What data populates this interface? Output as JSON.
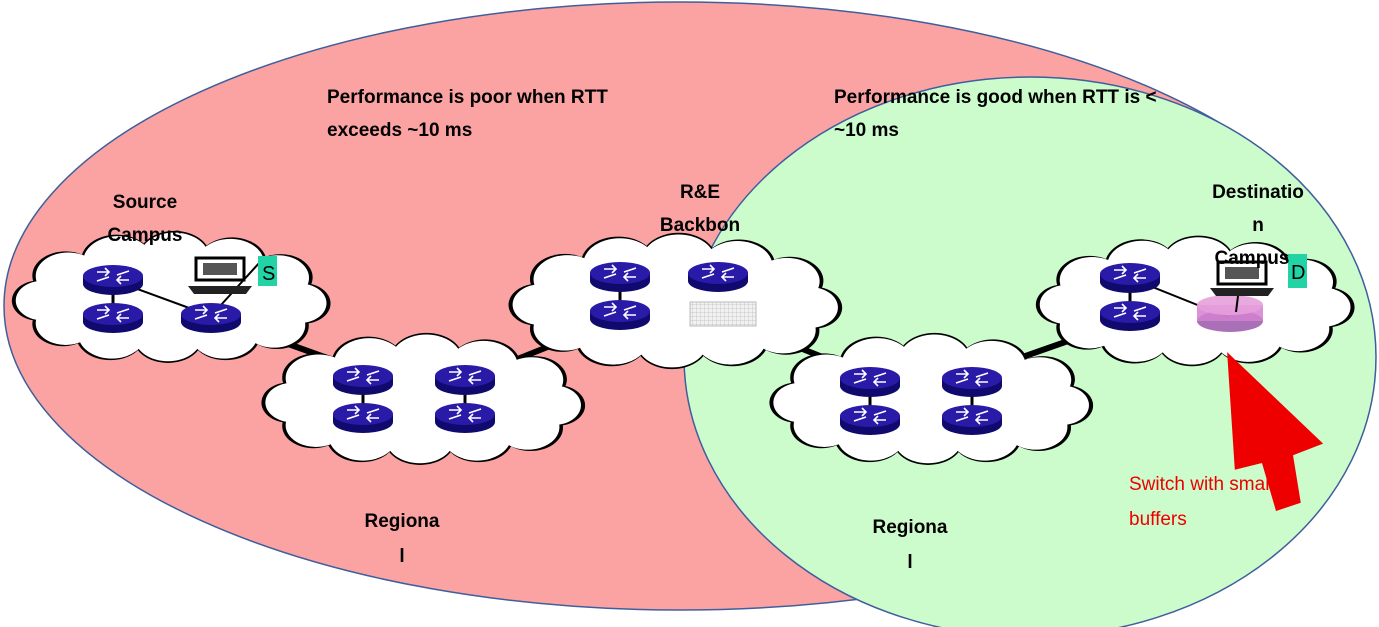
{
  "colors": {
    "poor_zone": "#fba3a3",
    "good_zone": "#ccfccc",
    "router": "#1c0f96",
    "host_tag": "#22d3a6",
    "annotation": "#ee0000"
  },
  "zones": {
    "poor": {
      "line1": "Performance is poor when RTT",
      "line2": "exceeds ~10 ms"
    },
    "good": {
      "line1": "Performance is good when RTT is <",
      "line2": "~10 ms"
    }
  },
  "networks": {
    "source_campus": {
      "line1": "Source",
      "line2": "Campus"
    },
    "regional_left": {
      "line1": "Regiona",
      "line2": "l"
    },
    "backbone": {
      "line1": "R&E",
      "line2": "Backbon"
    },
    "regional_right": {
      "line1": "Regiona",
      "line2": "l"
    },
    "destination_campus": {
      "line1": "Destinatio",
      "line2": "n",
      "line3": "Campus"
    }
  },
  "hosts": {
    "source": "S",
    "destination": "D"
  },
  "annotation": {
    "line1": "Switch with small",
    "line2": "buffers"
  }
}
